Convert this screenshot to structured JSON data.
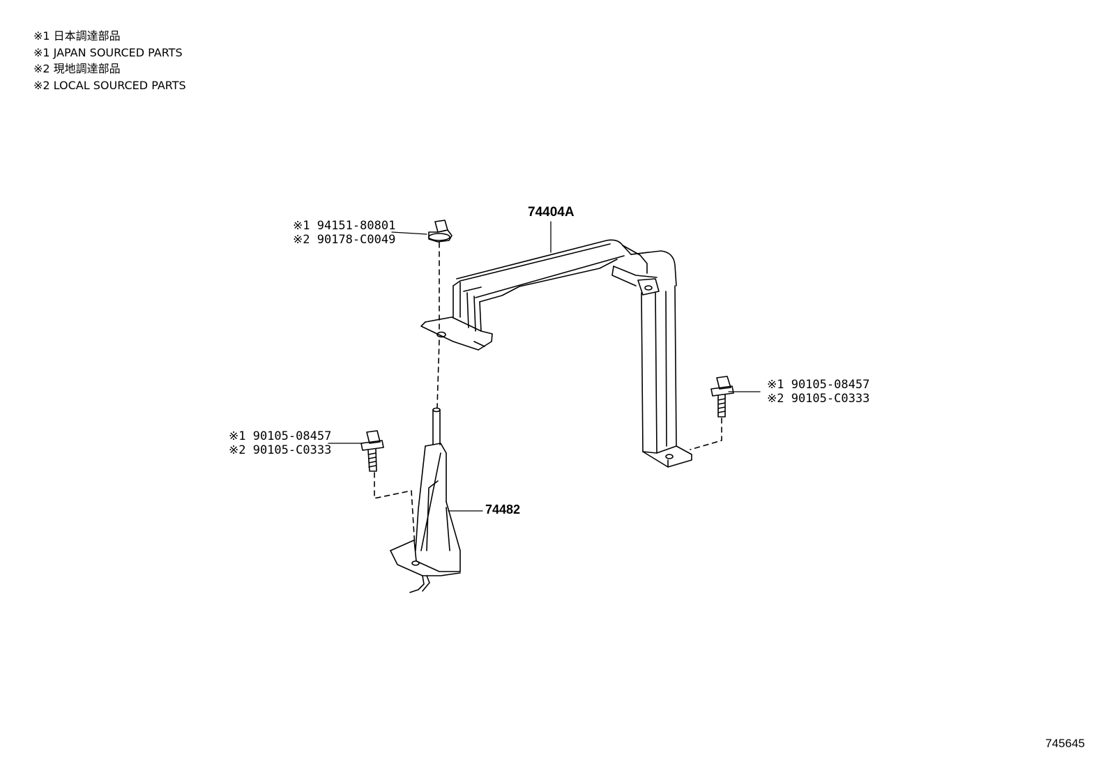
{
  "legend": [
    "※1 日本調達部品",
    "※1 JAPAN SOURCED PARTS",
    "※2 現地調達部品",
    "※2 LOCAL SOURCED PARTS"
  ],
  "callouts": {
    "nut": {
      "line1": "※1 94151-80801",
      "line2": "※2 90178-C0049"
    },
    "bolt_right": {
      "line1": "※1 90105-08457",
      "line2": "※2 90105-C0333"
    },
    "bolt_left": {
      "line1": "※1 90105-08457",
      "line2": "※2 90105-C0333"
    }
  },
  "parts": {
    "main_bracket": "74404A",
    "lower_bracket": "74482"
  },
  "reference_number": "745645"
}
